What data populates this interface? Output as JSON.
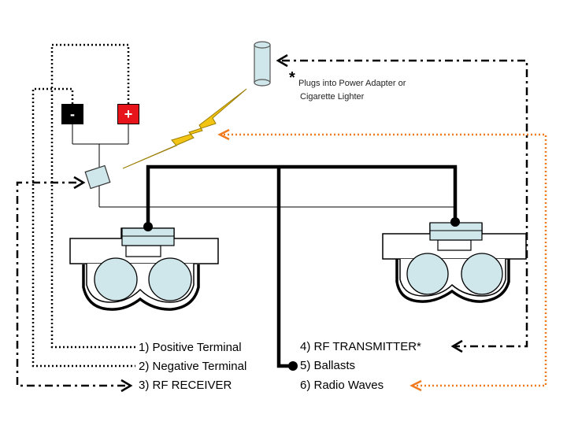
{
  "terminals": {
    "negative": "-",
    "positive": "+"
  },
  "note": {
    "asterisk": "*",
    "line1": "Plugs into Power Adapter or",
    "line2": "Cigarette Lighter"
  },
  "legend": [
    "1) Positive Terminal",
    "2) Negative Terminal",
    "3) RF RECEIVER",
    "4) RF TRANSMITTER*",
    "5) Ballasts",
    "6) Radio Waves"
  ],
  "colors": {
    "negative_terminal": "#000000",
    "positive_terminal": "#e8141b",
    "component_fill": "#cfe6ea",
    "lightning": "#f2c413",
    "radio_wave_line": "#f07a1d"
  },
  "icons": [
    "lightning-bolt-icon",
    "arrow-icon"
  ]
}
